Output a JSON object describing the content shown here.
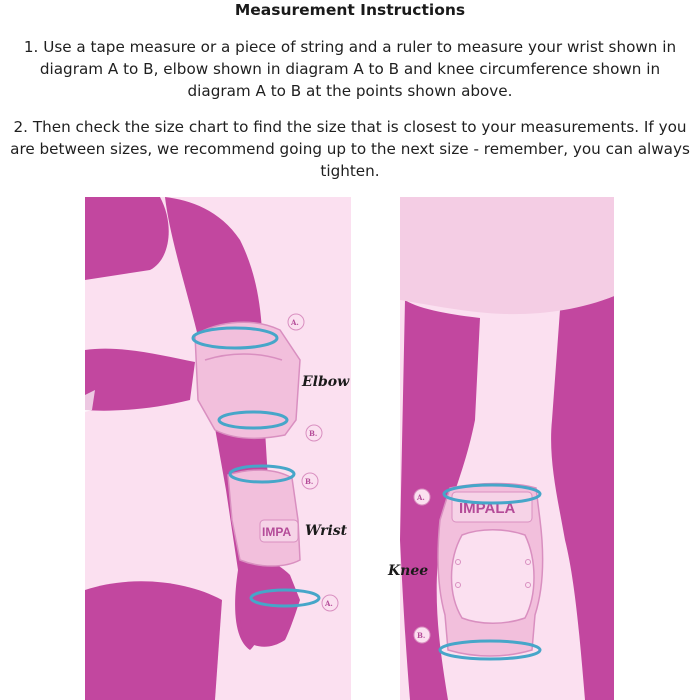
{
  "title": "Measurement Instructions",
  "instructions": [
    "1. Use a tape measure or a piece of string and a ruler to measure your wrist shown in diagram A to B, elbow shown in diagram A to B and knee circumference shown in diagram A to B at the points shown above.",
    "2. Then check the size chart to find the size that is closest to your measurements. If you are between sizes, we recommend going up to the next size - remember, you can always tighten."
  ],
  "diagram": {
    "labels": {
      "elbow": "Elbow",
      "wrist": "Wrist",
      "knee": "Knee"
    },
    "points": {
      "a": "A.",
      "b": "B."
    },
    "brand_full": "IMPALA",
    "brand_cut": "IMPA",
    "colors": {
      "skin": "#c2479f",
      "background": "#fbe0f0",
      "pad": "#f2bfdc",
      "pad_dark": "#d98fc0",
      "tape": "#46a6c9"
    }
  }
}
